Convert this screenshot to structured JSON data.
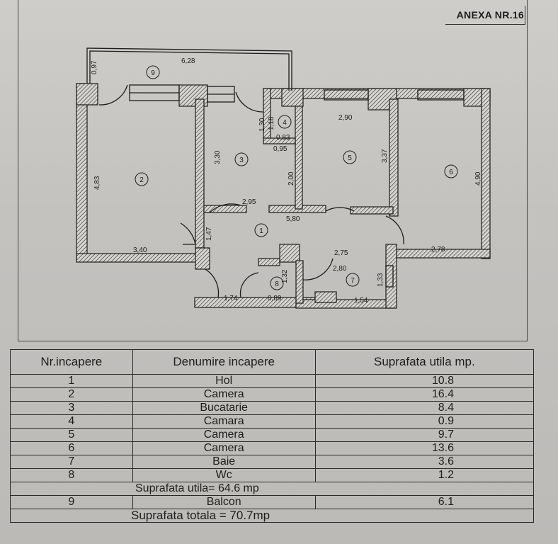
{
  "annex": "ANEXA NR.16",
  "plan": {
    "dimensions": {
      "balcony_width": "6,28",
      "balcony_depth": "0,97",
      "r2_height": "4,83",
      "r2_width": "3,40",
      "r3_height": "3,30",
      "r3_bottom": "2,95",
      "r4_h1": "1,30",
      "r4_h2": "1,18",
      "r4_w1": "0,83",
      "r4_w2": "0,95",
      "r5_width": "2,90",
      "r5_height": "3,37",
      "r5_side": "2,00",
      "hall_width": "5,80",
      "hall_height": "1,47",
      "r6_height": "4,90",
      "r6_width": "2,78",
      "r7_top": "2,75",
      "r7_w": "2,80",
      "r7_h": "1,33",
      "r7_bottom": "1,54",
      "r8_h": "1,32",
      "r8_bottom": "0,89",
      "hall_bottom": "1,74"
    },
    "room_numbers": [
      "1",
      "2",
      "3",
      "4",
      "5",
      "6",
      "7",
      "8",
      "9"
    ]
  },
  "table": {
    "headers": [
      "Nr.incapere",
      "Denumire incapere",
      "Suprafata utila mp."
    ],
    "rows": [
      {
        "nr": "1",
        "name": "Hol",
        "area": "10.8"
      },
      {
        "nr": "2",
        "name": "Camera",
        "area": "16.4"
      },
      {
        "nr": "3",
        "name": "Bucatarie",
        "area": "8.4"
      },
      {
        "nr": "4",
        "name": "Camara",
        "area": "0.9"
      },
      {
        "nr": "5",
        "name": "Camera",
        "area": "9.7"
      },
      {
        "nr": "6",
        "name": "Camera",
        "area": "13.6"
      },
      {
        "nr": "7",
        "name": "Baie",
        "area": "3.6"
      },
      {
        "nr": "8",
        "name": "Wc",
        "area": "1.2"
      }
    ],
    "useful_total": "Suprafata utila= 64.6 mp",
    "balcony": {
      "nr": "9",
      "name": "Balcon",
      "area": "6.1"
    },
    "grand_total": "Suprafata totala = 70.7mp"
  }
}
